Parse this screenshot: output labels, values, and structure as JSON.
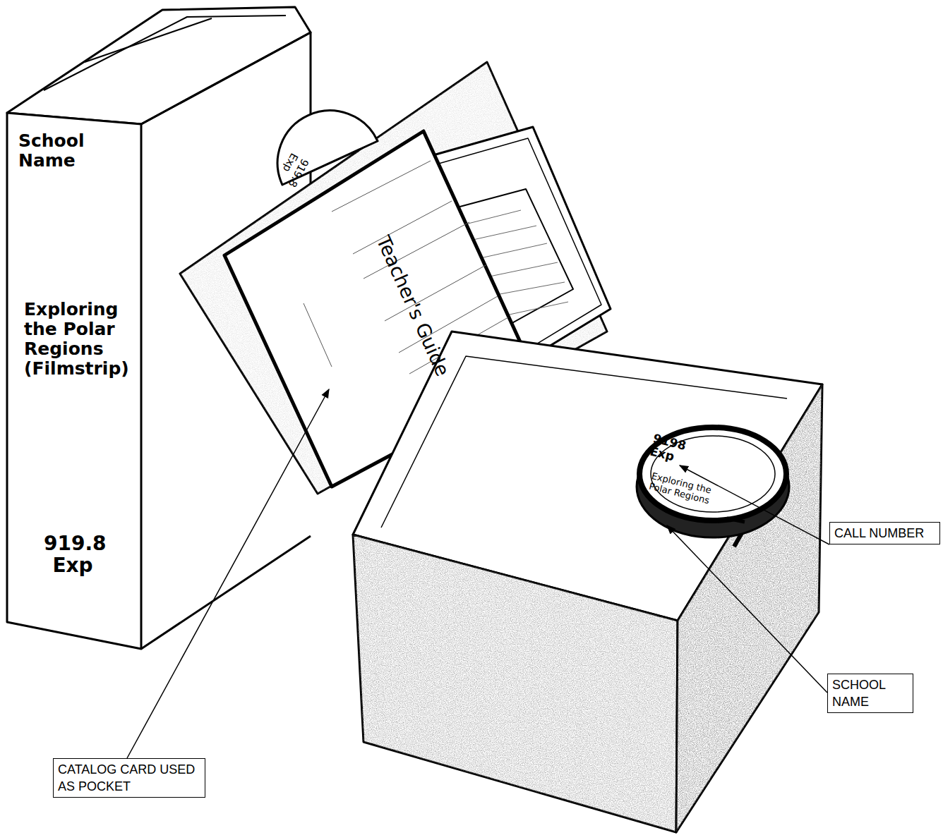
{
  "diagram": {
    "nodes": [
      {
        "text": [
          "CALL NUMBER"
        ]
      },
      {
        "text": [
          "SCHOOL NAME"
        ]
      },
      {
        "text": [
          "CATALOG CARD USED AS POCKET"
        ]
      }
    ],
    "labels": [
      "School Name",
      "Exploring the Polar Regions (Filmstrip)",
      "919.8 Exp",
      "Teacher's Guide",
      "919.8 Exp",
      "9198 Exp",
      "Exploring the Polar Regions"
    ]
  }
}
